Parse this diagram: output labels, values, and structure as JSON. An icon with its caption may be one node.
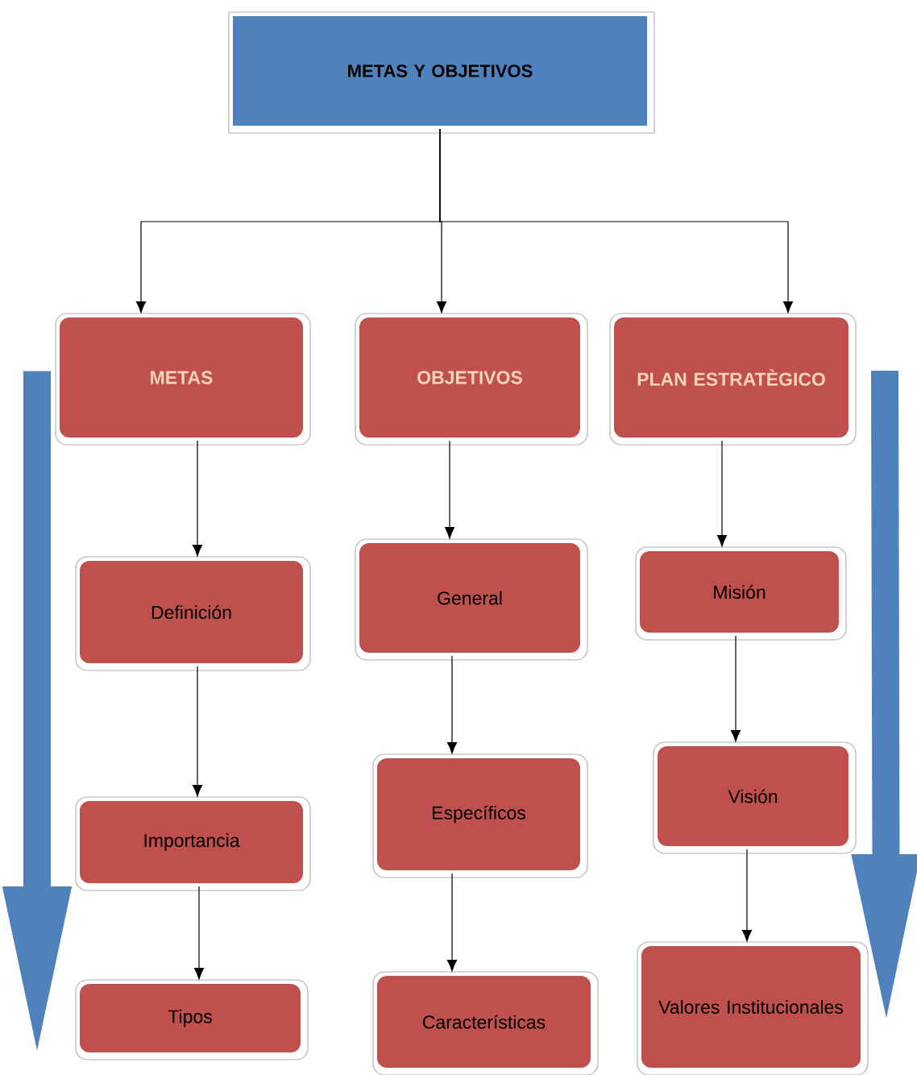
{
  "diagram": {
    "nodes": [
      {
        "text": [
          "METAS Y OBJETIVOS"
        ]
      },
      {
        "text": [
          "METAS"
        ]
      },
      {
        "text": [
          "OBJETIVOS"
        ]
      },
      {
        "text": [
          "PLAN ESTRATÈGICO"
        ]
      },
      {
        "text": [
          "Definición"
        ]
      },
      {
        "text": [
          "General"
        ]
      },
      {
        "text": [
          "Misión"
        ]
      },
      {
        "text": [
          "Importancia"
        ]
      },
      {
        "text": [
          "Específicos"
        ]
      },
      {
        "text": [
          "Visión"
        ]
      },
      {
        "text": [
          "Tipos"
        ]
      },
      {
        "text": [
          "Características"
        ]
      },
      {
        "text": [
          "Valores Institucionales"
        ]
      }
    ],
    "edges": [
      {
        "from": 0,
        "to": 1,
        "arrow": "to"
      },
      {
        "from": 0,
        "to": 2,
        "arrow": "to"
      },
      {
        "from": 0,
        "to": 3,
        "arrow": "to"
      },
      {
        "from": 1,
        "to": 4,
        "arrow": "to"
      },
      {
        "from": 4,
        "to": 7,
        "arrow": "to"
      },
      {
        "from": 7,
        "to": 10,
        "arrow": "to"
      },
      {
        "from": 2,
        "to": 5,
        "arrow": "to"
      },
      {
        "from": 5,
        "to": 8,
        "arrow": "to"
      },
      {
        "from": 8,
        "to": 11,
        "arrow": "to"
      },
      {
        "from": 3,
        "to": 6,
        "arrow": "to"
      },
      {
        "from": 6,
        "to": 9,
        "arrow": "to"
      },
      {
        "from": 9,
        "to": 12,
        "arrow": "to"
      },
      {
        "from": 1,
        "to": 10,
        "arrow": "to",
        "style": "thick",
        "color": "#4f81bd"
      },
      {
        "from": 3,
        "to": 12,
        "arrow": "to",
        "style": "thick",
        "color": "#4f81bd"
      }
    ]
  }
}
